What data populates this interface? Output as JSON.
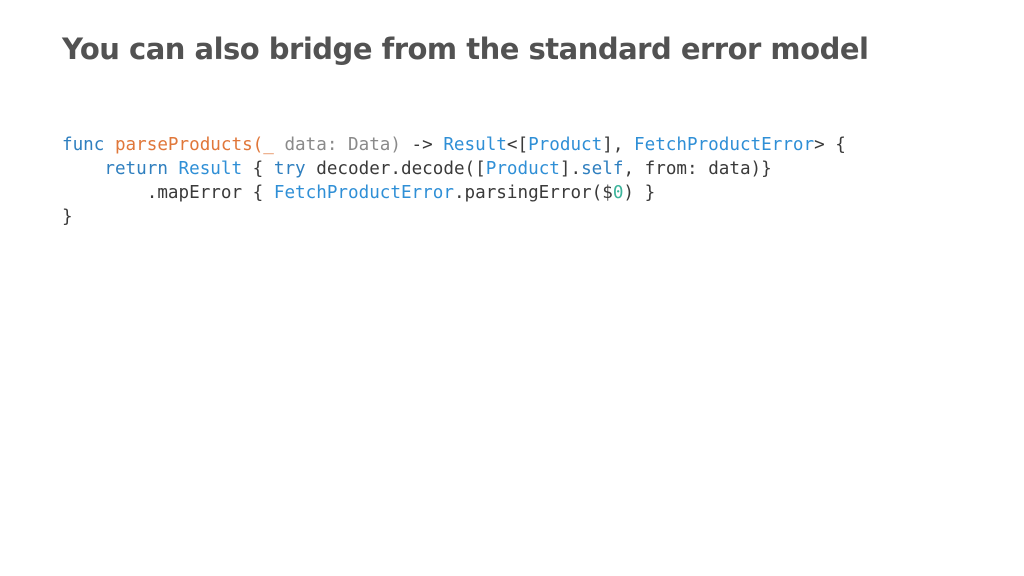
{
  "slide": {
    "title": "You can also bridge from the standard error model"
  },
  "code": {
    "lines": [
      [
        {
          "t": "func",
          "c": "kw"
        },
        {
          "t": " ",
          "c": "plain"
        },
        {
          "t": "parseProducts(_",
          "c": "fn"
        },
        {
          "t": " data: Data)",
          "c": "param"
        },
        {
          "t": " -> ",
          "c": "plain"
        },
        {
          "t": "Result",
          "c": "type"
        },
        {
          "t": "<[",
          "c": "plain"
        },
        {
          "t": "Product",
          "c": "type"
        },
        {
          "t": "], ",
          "c": "plain"
        },
        {
          "t": "FetchProductError",
          "c": "type"
        },
        {
          "t": "> {",
          "c": "plain"
        }
      ],
      [
        {
          "t": "    ",
          "c": "plain"
        },
        {
          "t": "return",
          "c": "kw"
        },
        {
          "t": " ",
          "c": "plain"
        },
        {
          "t": "Result",
          "c": "type"
        },
        {
          "t": " { ",
          "c": "plain"
        },
        {
          "t": "try",
          "c": "kw"
        },
        {
          "t": " decoder.decode([",
          "c": "plain"
        },
        {
          "t": "Product",
          "c": "type"
        },
        {
          "t": "].",
          "c": "plain"
        },
        {
          "t": "self",
          "c": "kw"
        },
        {
          "t": ", from: data)}",
          "c": "plain"
        }
      ],
      [
        {
          "t": "        .mapError { ",
          "c": "plain"
        },
        {
          "t": "FetchProductError",
          "c": "type"
        },
        {
          "t": ".parsingError($",
          "c": "plain"
        },
        {
          "t": "0",
          "c": "num"
        },
        {
          "t": ") }",
          "c": "plain"
        }
      ],
      [
        {
          "t": "}",
          "c": "plain"
        }
      ]
    ]
  }
}
